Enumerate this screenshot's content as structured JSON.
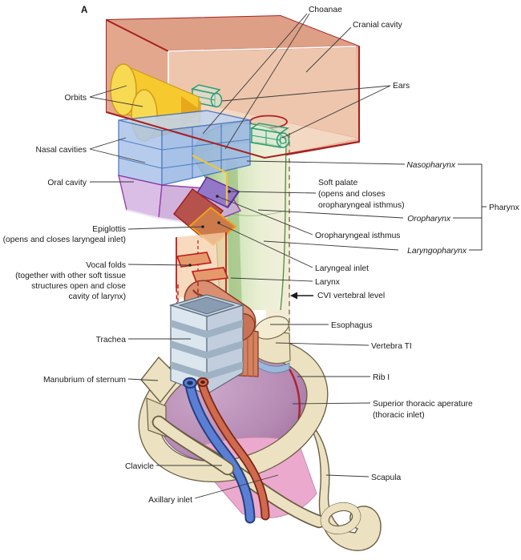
{
  "panel": {
    "letter": "A"
  },
  "labels": {
    "choanae": "Choanae",
    "cranial_cavity": "Cranial cavity",
    "ears": "Ears",
    "orbits": "Orbits",
    "nasal_cavities": "Nasal cavities",
    "oral_cavity": "Oral cavity",
    "nasopharynx": "Nasopharynx",
    "soft_palate": [
      "Soft palate",
      "(opens and closes",
      "oropharyngeal isthmus)"
    ],
    "oropharynx": "Oropharynx",
    "pharynx": "Pharynx",
    "oropharyngeal_isthmus": "Oropharyngeal isthmus",
    "laryngopharynx": "Laryngopharynx",
    "laryngeal_inlet": "Laryngeal inlet",
    "larynx": "Larynx",
    "cvi_level": "CVI vertebral level",
    "epiglottis": [
      "Epiglottis",
      "(opens and closes laryngeal inlet)"
    ],
    "vocal_folds": [
      "Vocal folds",
      "(together with other soft tissue",
      "structures open and close",
      "cavity of larynx)"
    ],
    "trachea": "Trachea",
    "manubrium": "Manubrium of sternum",
    "esophagus": "Esophagus",
    "vertebra_t1": "Vertebra TI",
    "rib_1": "Rib I",
    "superior_thoracic_aperture": [
      "Superior thoracic aperature",
      "(thoracic inlet)"
    ],
    "clavicle": "Clavicle",
    "axillary_inlet": "Axillary inlet",
    "scapula": "Scapula"
  },
  "palette": {
    "outline_red": "#a82020",
    "cranial_fill": "#e8b096",
    "orbit_yellow": "#f6ca2e",
    "nasal_blue": "#aec6ea",
    "oral_purple": "#cbaad9",
    "soft_palate_purple": "#9478c8",
    "pharynx_green": "#a8cc8e",
    "ear_green": "#2a9d72",
    "epiglottis_red": "#b5524b",
    "laryngeal_inlet_orange": "#f0a018",
    "larynx_peach": "#f5cfa8",
    "trachea_gray": "#c9d4e2",
    "esophagus_salmon": "#d98f70",
    "bone_cream": "#ece2c2",
    "pleura_purple": "#a878a6",
    "axillary_pink": "#eba9cd",
    "artery_red": "#cf6a4c",
    "vein_blue": "#5b7fd4",
    "leader_gray": "#3a3a3a"
  }
}
